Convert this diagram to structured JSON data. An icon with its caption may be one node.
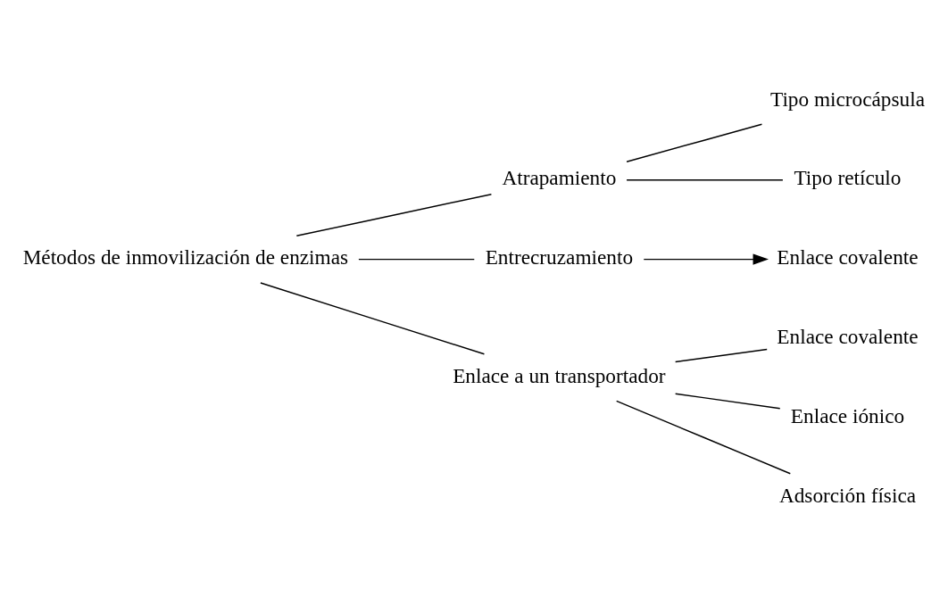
{
  "diagram": {
    "nodes": [
      {
        "text": [
          "Métodos de inmovilización de enzimas"
        ]
      },
      {
        "text": [
          "Atrapamiento"
        ]
      },
      {
        "text": [
          "Tipo microcápsula"
        ]
      },
      {
        "text": [
          "Tipo retículo"
        ]
      },
      {
        "text": [
          "Entrecruzamiento"
        ]
      },
      {
        "text": [
          "Enlace covalente"
        ]
      },
      {
        "text": [
          "Enlace a un transportador"
        ]
      },
      {
        "text": [
          "Enlace covalente"
        ]
      },
      {
        "text": [
          "Enlace iónico"
        ]
      },
      {
        "text": [
          "Adsorción física"
        ]
      }
    ],
    "edges": [
      {
        "from": 0,
        "to": 1,
        "arrow": "none"
      },
      {
        "from": 0,
        "to": 4,
        "arrow": "none"
      },
      {
        "from": 0,
        "to": 6,
        "arrow": "none"
      },
      {
        "from": 1,
        "to": 2,
        "arrow": "none"
      },
      {
        "from": 1,
        "to": 3,
        "arrow": "none"
      },
      {
        "from": 4,
        "to": 5,
        "arrow": "to"
      },
      {
        "from": 6,
        "to": 7,
        "arrow": "none"
      },
      {
        "from": 6,
        "to": 8,
        "arrow": "none"
      },
      {
        "from": 6,
        "to": 9,
        "arrow": "none"
      }
    ]
  }
}
